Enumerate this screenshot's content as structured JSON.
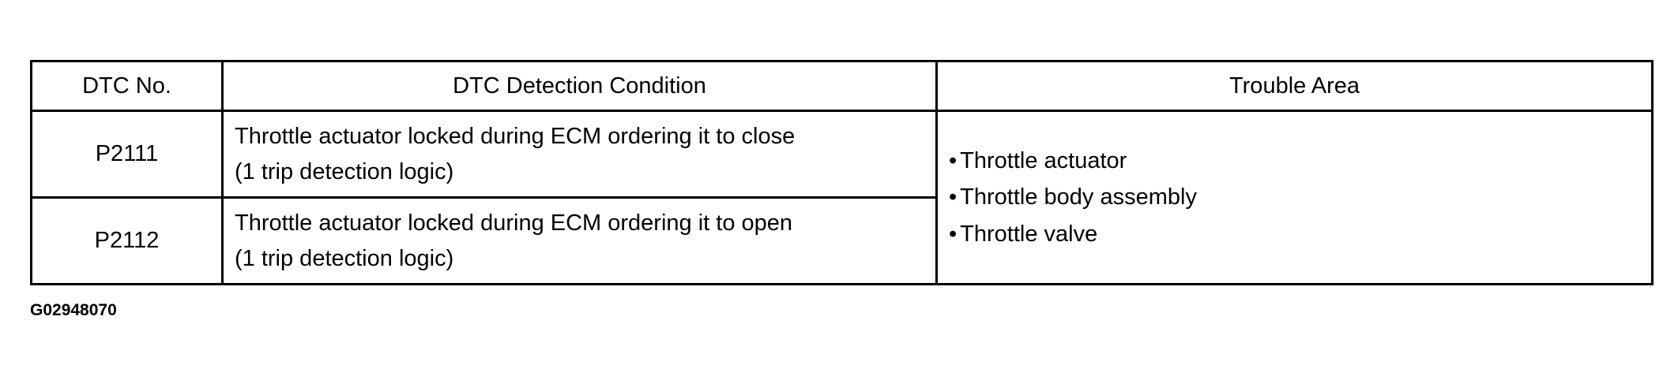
{
  "table": {
    "headers": {
      "dtc_no": "DTC No.",
      "condition": "DTC Detection Condition",
      "trouble_area": "Trouble Area"
    },
    "rows": [
      {
        "dtc_no": "P2111",
        "condition_line1": "Throttle actuator locked during ECM ordering it to close",
        "condition_line2": "(1 trip detection logic)"
      },
      {
        "dtc_no": "P2112",
        "condition_line1": "Throttle actuator locked during ECM ordering it to open",
        "condition_line2": "(1 trip detection logic)"
      }
    ],
    "trouble_area_items": [
      "Throttle actuator",
      "Throttle body assembly",
      "Throttle valve"
    ],
    "bullet": "•"
  },
  "figure_id": "G02948070"
}
